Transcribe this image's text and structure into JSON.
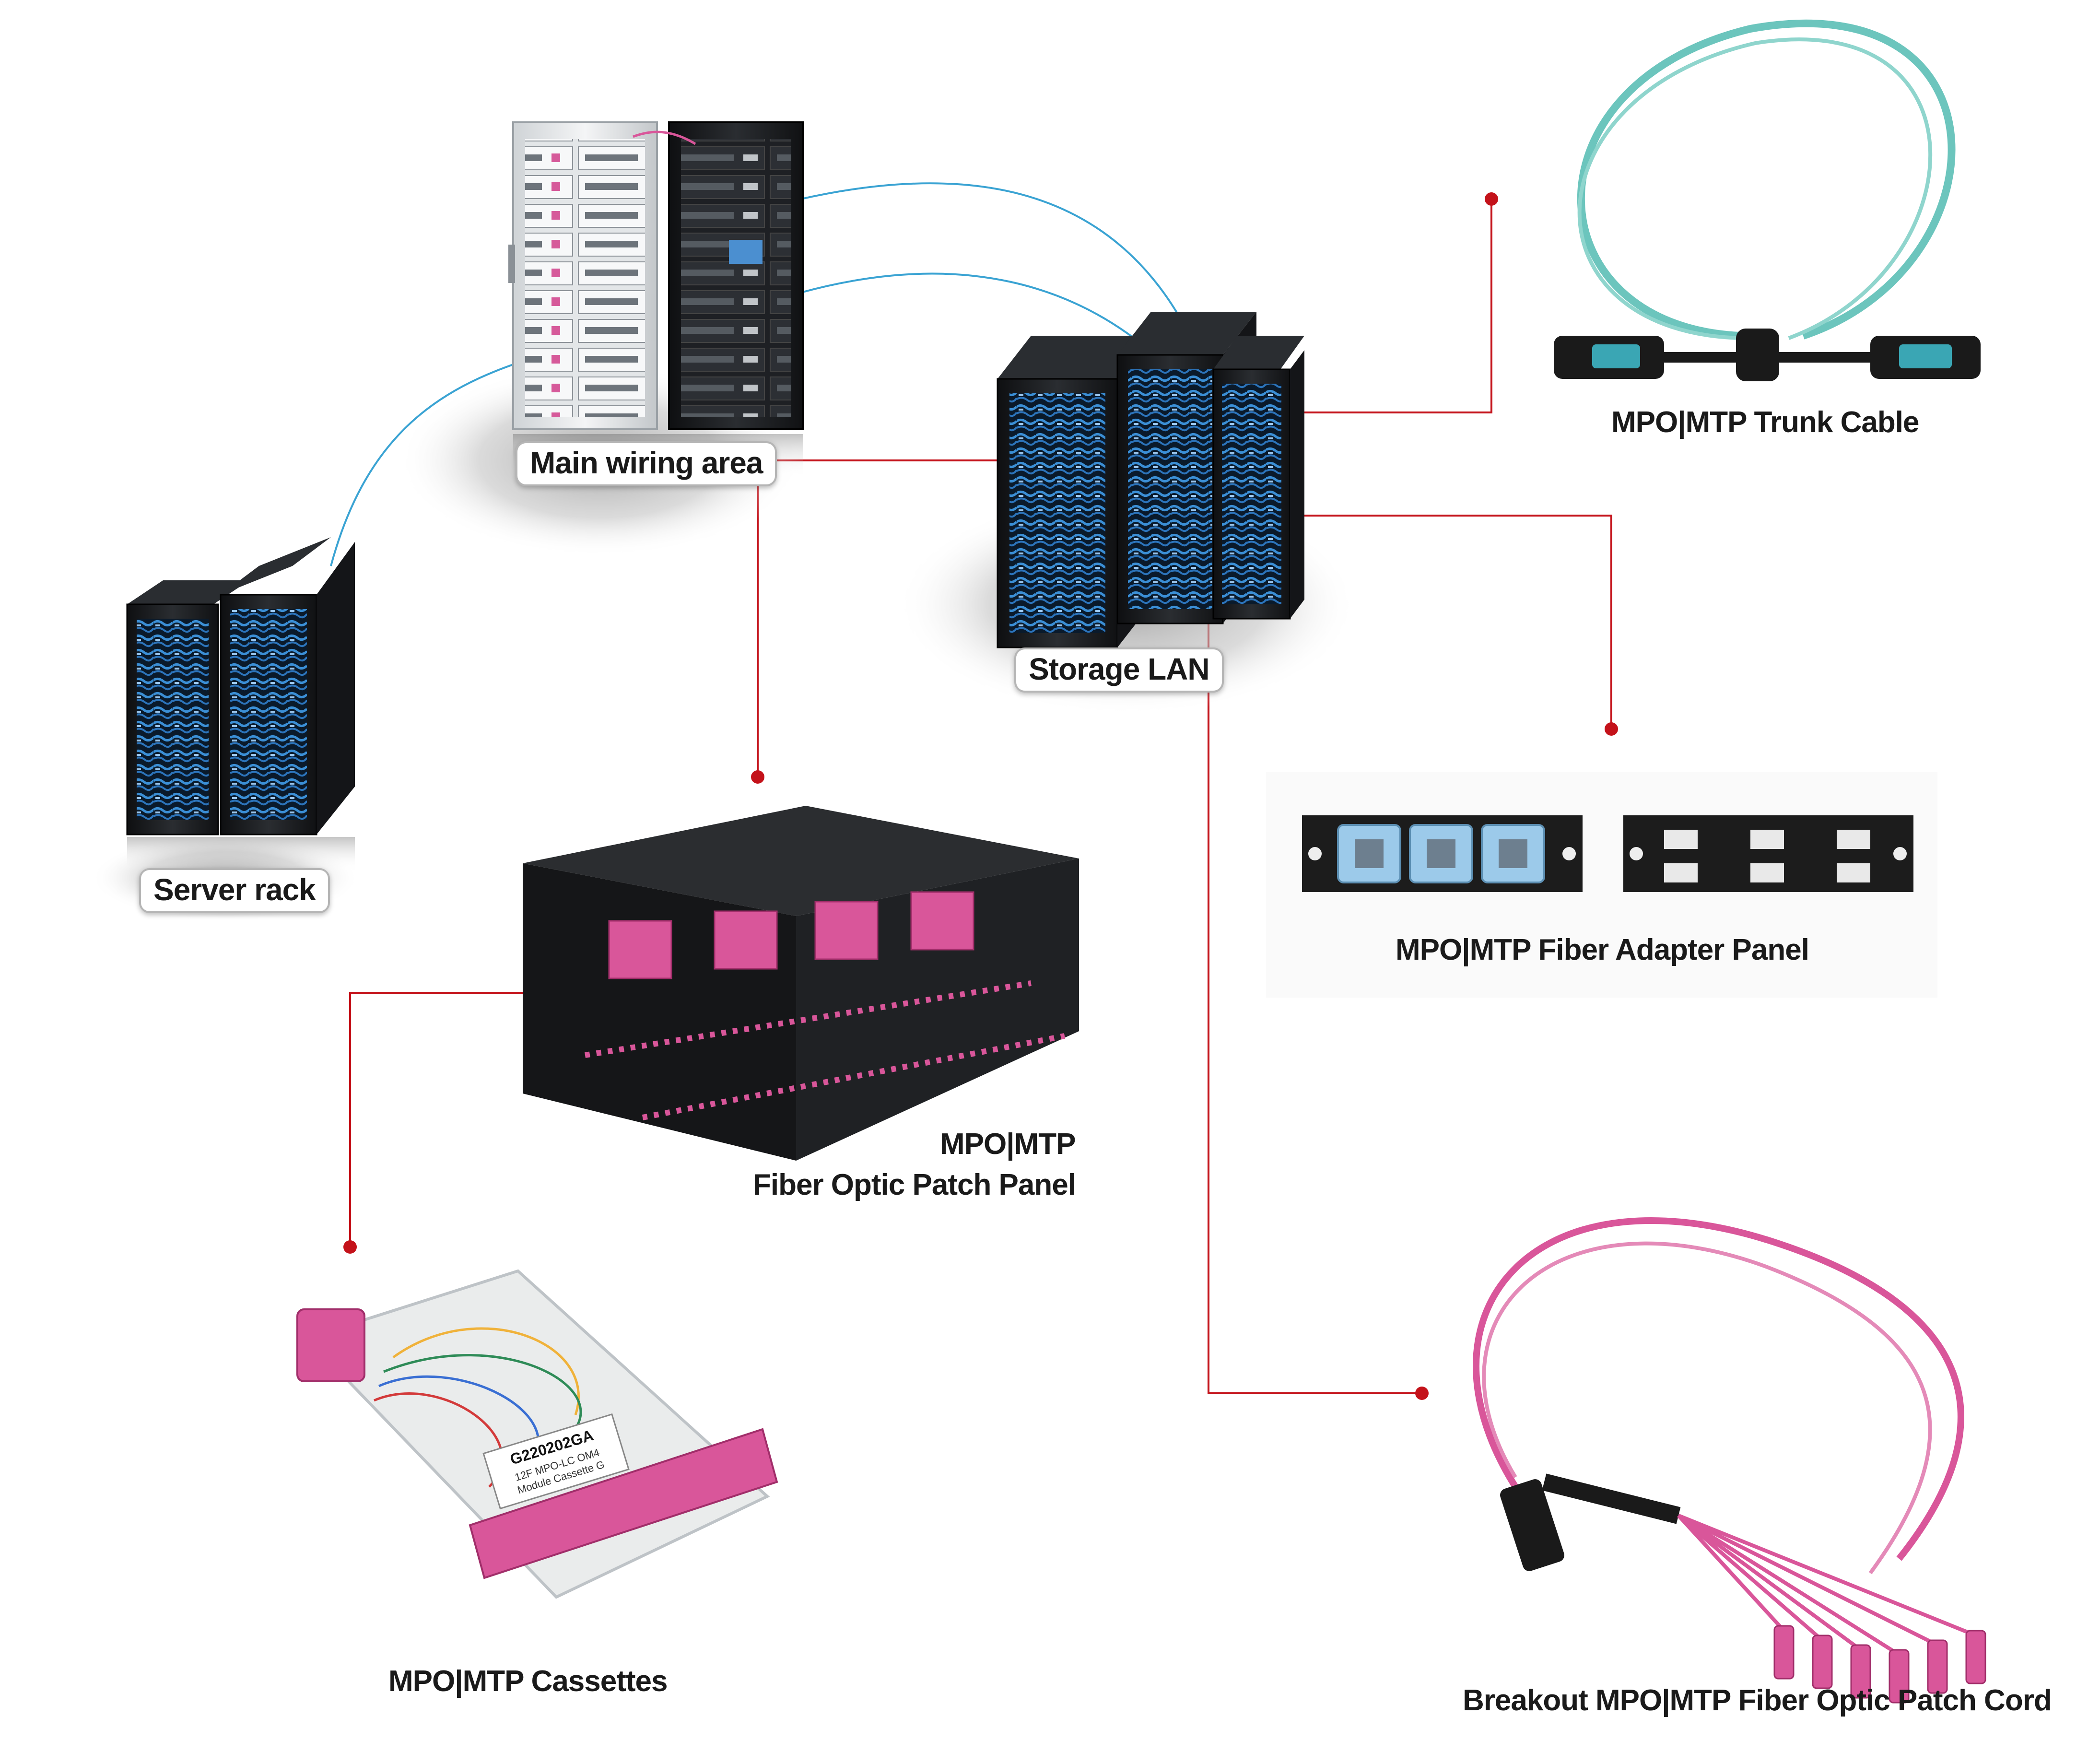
{
  "diagram": {
    "nodes": {
      "main_wiring_area": "Main wiring area",
      "storage_lan": "Storage LAN",
      "server_rack": "Server rack"
    },
    "products": {
      "trunk_cable": "MPO|MTP Trunk Cable",
      "adapter_panel": "MPO|MTP Fiber Adapter Panel",
      "patch_panel_line1": "MPO|MTP",
      "patch_panel_line2": "Fiber Optic Patch Panel",
      "cassettes": "MPO|MTP Cassettes",
      "breakout_cord": "Breakout MPO|MTP Fiber Optic Patch Cord"
    },
    "cassette_sticker": {
      "code": "G220202GA",
      "line1": "12F MPO-LC OM4",
      "line2": "Module Cassette G"
    },
    "colors": {
      "leader_line": "#c4121a",
      "network_link": "#3aa3d3",
      "rack_body": "#1d1f22",
      "aqua_cable": "#6cc5bd",
      "magenta_cable": "#d9569a"
    },
    "icons": {
      "rack": "server-rack-icon",
      "trunk": "trunk-cable-icon",
      "adapter": "adapter-panel-icon",
      "patch": "patch-panel-icon",
      "cassette": "cassette-icon",
      "breakout": "breakout-cord-icon"
    }
  }
}
